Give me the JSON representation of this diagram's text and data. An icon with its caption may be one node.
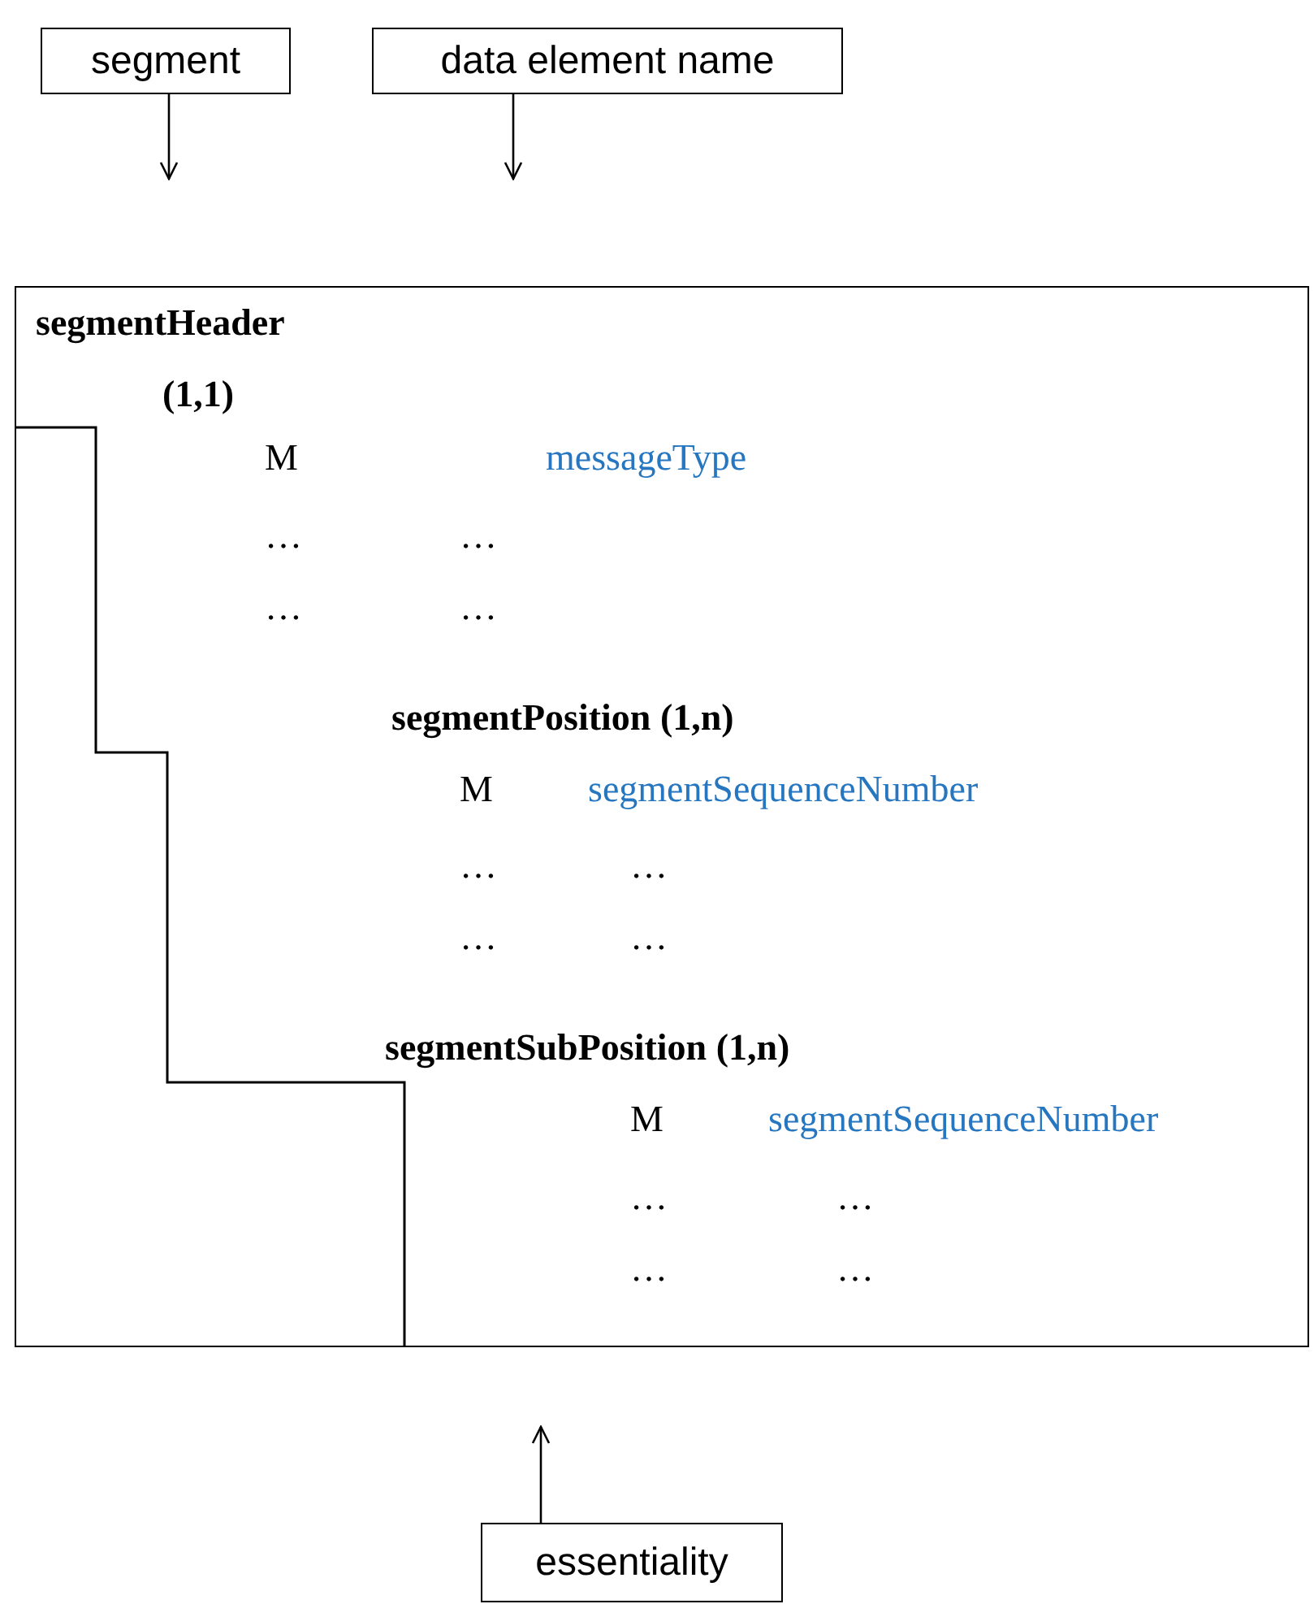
{
  "diagram": {
    "nodes": [
      {
        "text": [
          "segment"
        ]
      },
      {
        "text": [
          "data element name"
        ]
      },
      {
        "text": [
          "essentiality"
        ]
      },
      {
        "text": [
          "segmentHeader (1,1)"
        ]
      }
    ],
    "edges": [
      {
        "from": 0,
        "to": null,
        "arrow": "to"
      },
      {
        "from": 1,
        "to": null,
        "arrow": "to"
      },
      {
        "from": 2,
        "to": null,
        "arrow": "to"
      }
    ],
    "labels": [
      "M",
      "messageType",
      "…",
      "…",
      "…",
      "…",
      "segmentPosition (1,n)",
      "M",
      "segmentSequenceNumber",
      "…",
      "…",
      "…",
      "…",
      "segmentSubPosition (1,n)",
      "M",
      "segmentSequenceNumber",
      "…",
      "…",
      "…",
      "…"
    ]
  }
}
